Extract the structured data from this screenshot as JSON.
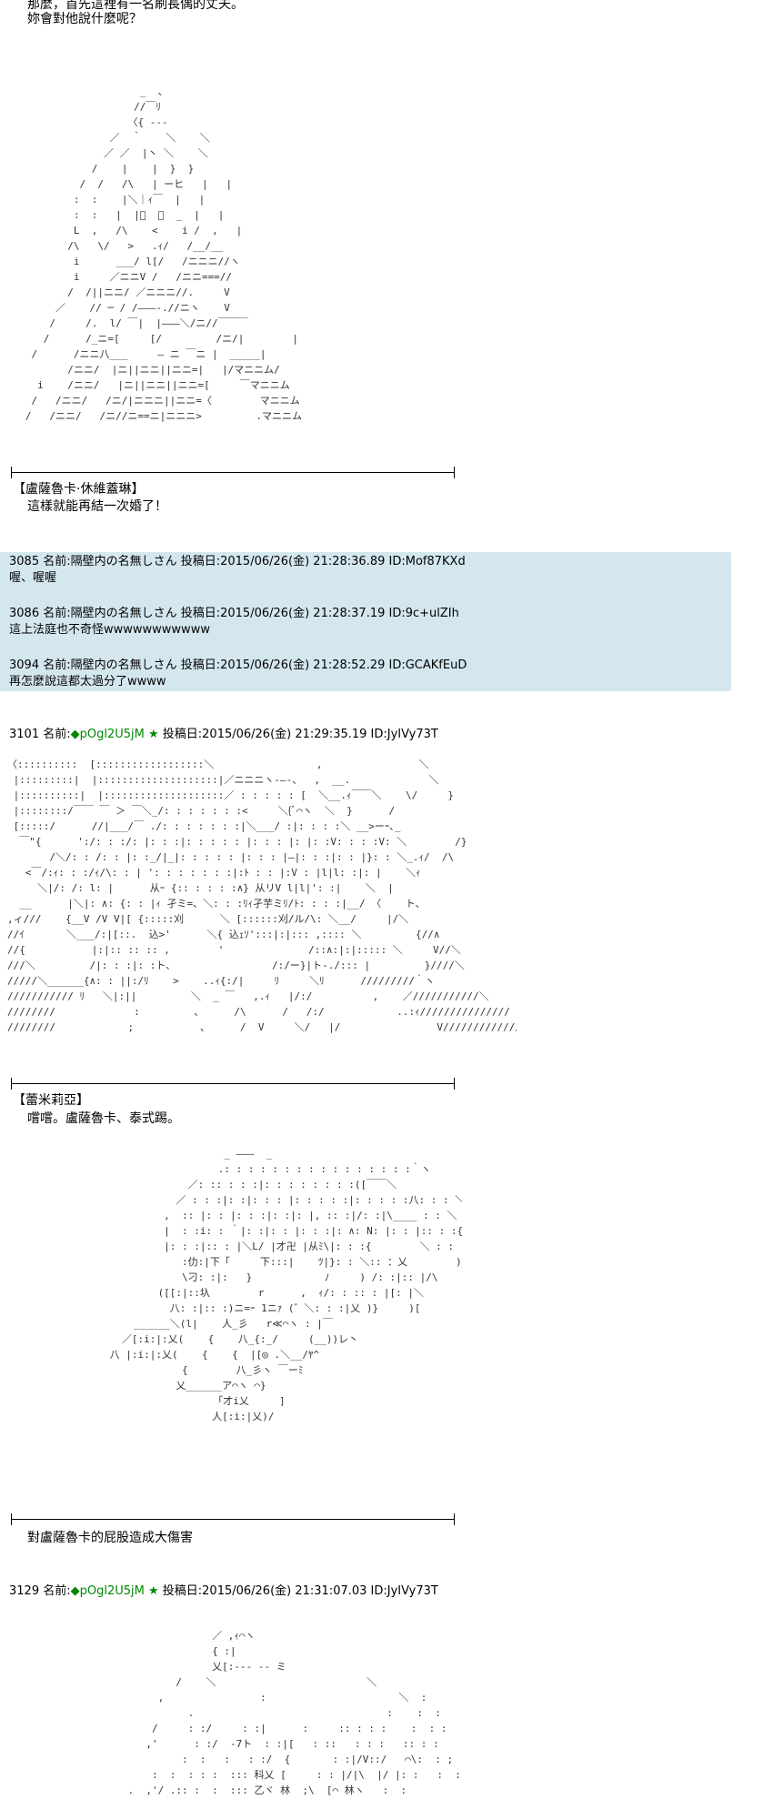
{
  "top_text": {
    "line1": "那麼，首先這裡有一名刷長偶的丈夫。",
    "line2": "妳會對他說什麼呢？"
  },
  "aa_blocks": {
    "first": "                      _  、\n                     //￣ﾘ\n                    〈{ ---\n                 ／  ｀    ＼    ＼\n                ／ ／  |丶 ＼    ＼\n              /    |    |  }  }\n            /  /   /\\   | ーヒ   |   |\n           :  :    |＼｜ｨ￣  |   |\n           :  :   |  |ﾞ  ﾞ  _  |   |\n           L  ,   /\\    <    i /  ,   |\n          /\\   \\/   >   .ｨ/   /__/__\n           i      ___/ l[/   /ニニニ//ヽ\n           i     ／ニニV /   /ニニ===//\n          /  /||ニニ/ ／ニニニ//.     V\n        ／    // ─ / /―――-.//ニヽ    V\n       /     /.  l/ ￣|  |―――＼/ニ//￣￣￣\n      /      /_ニ=[     [/         /ニ/|        |\n    /      /ニニ八___     ― ニ ￣ニ |  _____|\n          /ニニ/  |ニ||ニニ||ニニ=|   |/マニニム/\n     i    /ニニ/   |ニ||ニニ||ニニ=[     ￣マニニム\n    /   /ニニ/   /ニ/|ニニニ||ニニ=〈        マニニム\n   /   /ニニ/   /ニ//ニ==ニ|ニニニ>         .マニニム",
    "second": "〈::::::::::  [::::::::::::::::::＼                 ,                ＼\n |:::::::::|  |::::::::::::::::::::|／ニニニヽ-―-、  ,  __.             ＼\n |::::::::::|  |::::::::::::::::::::／ : : : : : [  ＼__.ｨ￣￣＼    \\/     }\n |::::::::/￣￣ ￣ ＞ ￣＼_/: : : : : : :<     ＼{ﾞ⌒ヽ  ＼  }      /\n [:::::/      //|___/￣ ./: : : : : : :|＼___/ :|: : : :＼ __>ーｰ､_\n  ￣\"{      ':/: : :/: |: : :|: : : : : |: : : |: |: :V: : : :V: ＼        /}\n       /＼/: : /: : |: :_/|_|: : : : : |: : : |―|: : :|: : |}: : ＼_.ｨ/  /\\\n   <￣/:ｨ: : :/ｨ/\\: : | ': : : : : : :|:ﾄ : : |:V : |l|l: :|: |    ＼ｨ\n     ＼|/: /: l: |      从ｰ {:: : : : :∧} 从リV l|l|': :|    ＼  |\n  __      |＼|: ∧: {: : |ｨ 孑ミ=、＼: : :ﾘｨ孑芋ミﾘ/ﾄ: : : :|__/ 〈    ト、\n,ィ///    {__V /V V|[ {:::::刈      ＼ [::::::刈/ル/\\: ＼__/     |/＼\n//ｲ       ＼___/:|[::.  込>'      ＼{ 込ｪｿ':::|:|::: ,:::: ＼         {//∧\n//{           |:|:: :: :: ,        '              /::∧:|:|::::: ＼     V//＼\n///＼         /|: : :|: :ト、                /:/ー}|ト-./::: |         }////＼\n/////＼______{∧: : ||:/ﾘ    >    ..ｨ{:/|     ﾘ     ＼ﾘ      /////////｀ヽ\n/////////// ﾘ   ＼|:||         ＼  _ ￣   ,.ｨ   |/:/          ,    ／///////////＼\n////////             :         、     /\\      /   /:/            ..:ｨ///////////////  ＼\n////////            ;           、     /  V     ＼/   |/                V///////////////////  /\\",
    "third": "                                    _ ―――  _\n                                   .: : : : : : : : : : : : : : : :｀ヽ\n                              ／: :: : : :|: : : : : : : :([￣￣＼\n                            ／ : : :|: :|: : : |: : : : :|: : : : :八: : : ＼ __\n                          ,  :: |: : |: : :|: :|: |, :: :|/: :|\\____ : : ＼\n                          |  : :i: : ｀|: :|: : |: : :|: ∧: N: |: : |:: : :{       ＼: :\n                          |: : :|:: : |＼L/ |才卍 |从ﾐ\\|: : :{        ＼ : : :\n                             :仂:|下「     下:::|    ﾂ|}: : ＼:: ：乂        )(乂\n                             \\刁: :|:   }            ﾉ     ) /: :|:: |/\\     ＾＼＾\n                         ([[:|::圦        r      ,  ｨ/: : :: : |[: |＼\n                           八: :|:: :)ニ=ｰ 1ニｧ (゛＼: : :|乂 )}     )[\n                     ______＼(l|    人_彡   r≪⌒ヽ : |￣\n                   ／[:i:|:乂(    {    八_{:_/     (__))レ丶\n                 八 |:i:|:乂(    {    {  |[◎ .＼__/ﾔ^\n                             {        八_彡ヽ ￣ーﾐ\n                            乂______ア⌒ヽ ⌒}\n                                   ｢才i乂     ]\n                                  人[:i:|乂)/",
    "fourth": "                                  ／ ,ｨ⌒ヽ\n                                  { :|\n                                  乂[:--- -- ミ\n                            /    ＼                         ＼\n                         ,                :                      ＼  :\n                              .                                :    :  :\n                        /     : :/     : :|      :     :: : : :    :  : :\n                       ,'      : :/  -7ト  : :|[   : ::   : : :   :: : :\n                             :  :   :   : :/  {       : :|/V::/   ⌒\\:  : ;\n                        :  :  : : :  ::: 科乂 [     : : |/|\\  |/ |: :   :  :\n                    .  ,'/ .:: :  :  ::: 乙ヾ 林  ;\\  [⌒ 林ヽ   :  :"
  },
  "names": {
    "name1": "【盧薩魯卡·休維蓋琳】",
    "name2": "【蕾米莉亞】"
  },
  "lines": {
    "after_first": "這樣就能再結一次婚了！",
    "after_second": "嚐嚐。盧薩魯卡、泰式踢。",
    "after_third": "對盧薩魯卡的屁股造成大傷害"
  },
  "posts": [
    {
      "header": "3085 名前:隔壁内の名無しさん 投稿日:2015/06/26(金) 21:28:36.89 ID:Mof87KXd",
      "body": "喔、喔喔"
    },
    {
      "header": "3086 名前:隔壁内の名無しさん 投稿日:2015/06/26(金) 21:28:37.19 ID:9c+ulZIh",
      "body": "這上法庭也不奇怪wwwwwwwwwww"
    },
    {
      "header": "3094 名前:隔壁内の名無しさん 投稿日:2015/06/26(金) 21:28:52.29 ID:GCAKfEuD",
      "body": "再怎麼說這都太過分了wwww"
    }
  ],
  "op_posts": [
    {
      "num": "3101 名前:",
      "trip": "◆pOgl2U5jM ★",
      "rest": " 投稿日:2015/06/26(金) 21:29:35.19 ID:JyIVy73T"
    },
    {
      "num": "3129 名前:",
      "trip": "◆pOgl2U5jM ★",
      "rest": " 投稿日:2015/06/26(金) 21:31:07.03 ID:JyIVy73T"
    }
  ]
}
